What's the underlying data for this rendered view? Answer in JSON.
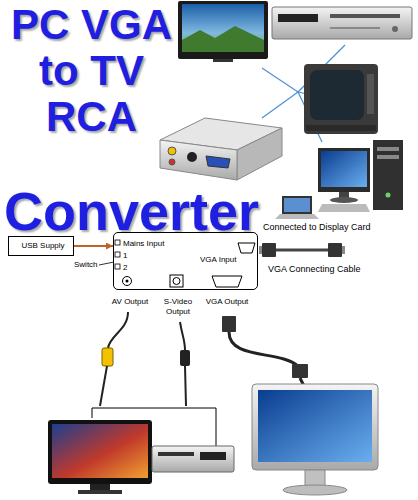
{
  "diagram": {
    "title": "PC VGA to TV RCA",
    "nodes": [
      {
        "text": [
          "USB Supply"
        ]
      },
      {
        "text": [
          "Mains Input",
          "1",
          "2",
          "Switch",
          "VGA Input",
          "AV Output",
          "S-Video Output",
          "VGA Output"
        ]
      }
    ],
    "edges": [
      {
        "from": 0,
        "to": 1,
        "arrow": "to"
      }
    ],
    "labels": [
      "Converter",
      "Connected to Display Card",
      "VGA Connecting Cable"
    ]
  }
}
